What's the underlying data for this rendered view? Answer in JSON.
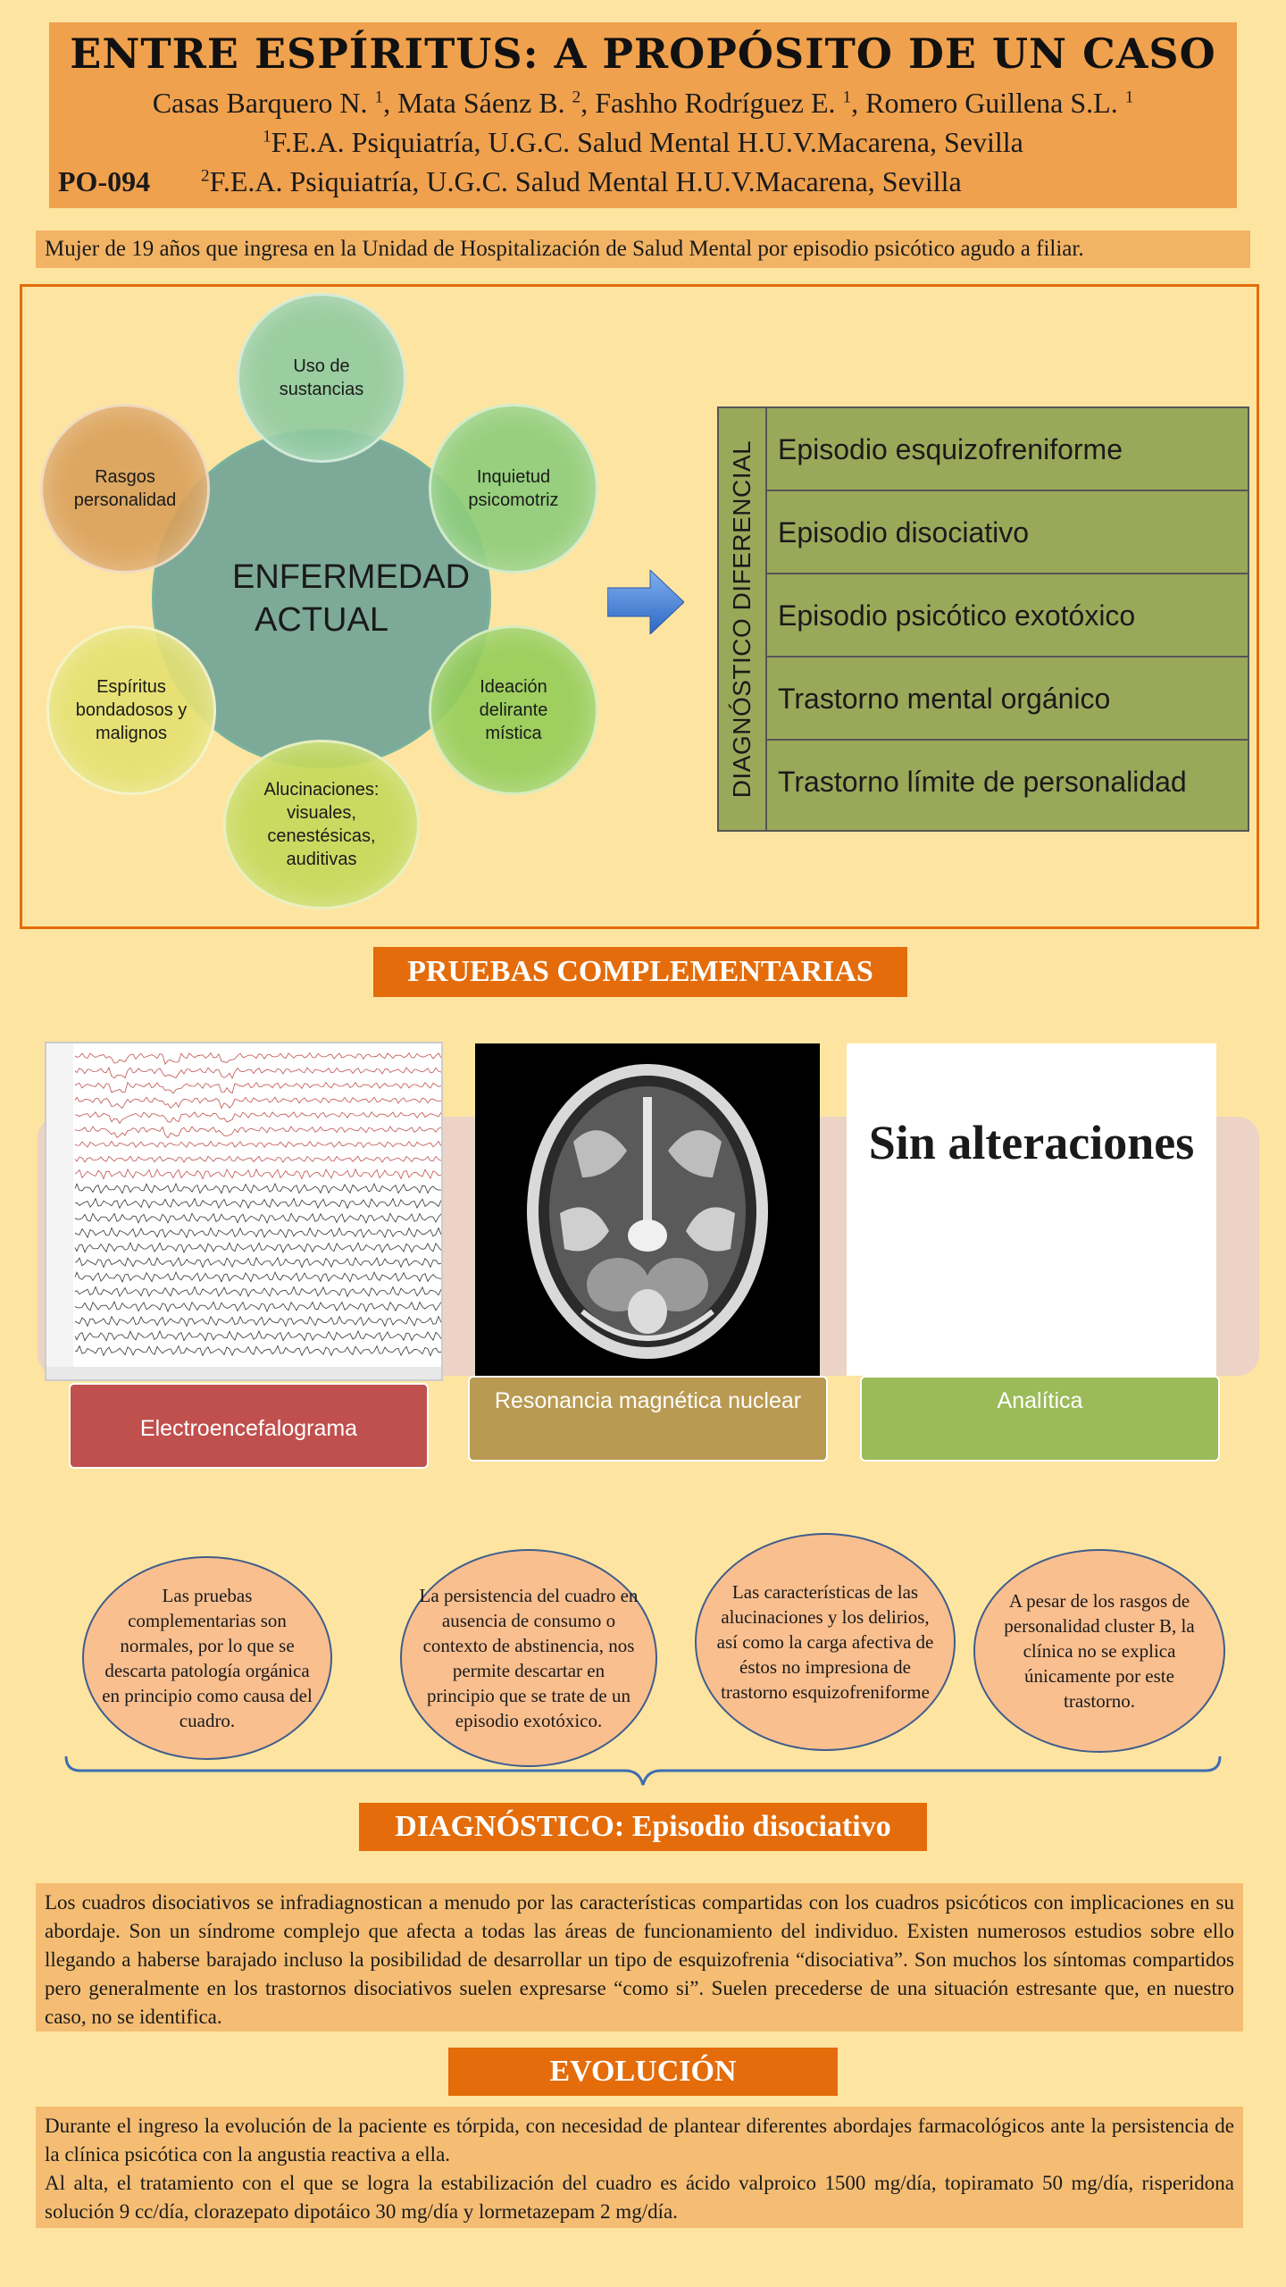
{
  "header": {
    "title": "ENTRE ESPÍRITUS: A PROPÓSITO DE UN CASO",
    "authors": [
      {
        "name": "Casas Barquero N.",
        "ref": "1"
      },
      {
        "name": "Mata Sáenz B.",
        "ref": "2"
      },
      {
        "name": "Fashho Rodríguez E.",
        "ref": "1"
      },
      {
        "name": "Romero Guillena S.L.",
        "ref": "1"
      }
    ],
    "affiliation1": {
      "ref": "1",
      "text": "F.E.A. Psiquiatría, U.G.C. Salud Mental H.U.V.Macarena, Sevilla"
    },
    "affiliation2": {
      "ref": "2",
      "text": "F.E.A. Psiquiatría, U.G.C. Salud Mental H.U.V.Macarena, Sevilla"
    },
    "code": "PO-094"
  },
  "intro": "Mujer de 19 años que ingresa en la Unidad de Hospitalización de Salud Mental por episodio psicótico agudo a filiar.",
  "diagram": {
    "center": "ENFERMEDAD ACTUAL",
    "satellites": [
      "Uso de sustancias",
      "Inquietud psicomotriz",
      "Ideación delirante mística",
      "Alucinaciones: visuales, cenestésicas, auditivas",
      "Espíritus bondadosos y malignos",
      "Rasgos personalidad"
    ],
    "colors": {
      "center": "#66a096",
      "substances": "#8fcaa0",
      "inquietud": "#8ccc7a",
      "ideacion": "#94cc58",
      "alucinaciones": "#c4d85a",
      "espiritus": "#e4e070",
      "rasgos": "#d9a05a"
    }
  },
  "differential": {
    "label": "DIAGNÓSTICO DIFERENCIAL",
    "items": [
      "Episodio esquizofreniforme",
      "Episodio disociativo",
      "Episodio psicótico exotóxico",
      "Trastorno mental orgánico",
      "Trastorno límite de personalidad"
    ]
  },
  "tests": {
    "title": "PRUEBAS COMPLEMENTARIAS",
    "result_text": "Sin alteraciones",
    "labels": [
      "Electroencefalograma",
      "Resonancia magnética nuclear",
      "Analítica"
    ]
  },
  "reasons": [
    "Las pruebas complementarias son normales, por lo que se descarta patología orgánica en principio como causa del cuadro.",
    "La persistencia del cuadro en ausencia de consumo o contexto de abstinencia, nos permite descartar en principio que se trate de un episodio exotóxico.",
    "Las características de las alucinaciones y los delirios, así como la carga afectiva de éstos no impresiona de trastorno esquizofreniforme",
    "A pesar de los rasgos de personalidad cluster B, la clínica no se explica únicamente por este trastorno."
  ],
  "diagnosis": {
    "title": "DIAGNÓSTICO: Episodio disociativo",
    "text": "Los cuadros disociativos se infradiagnostican a menudo por las características compartidas con los cuadros psicóticos con implicaciones en su abordaje. Son un síndrome complejo que afecta a todas las áreas de funcionamiento del individuo. Existen numerosos estudios sobre ello llegando a haberse barajado incluso la posibilidad de desarrollar un tipo de esquizofrenia “disociativa”. Son muchos los síntomas compartidos pero generalmente en los trastornos disociativos suelen expresarse “como si”. Suelen precederse de una situación estresante que, en nuestro caso, no se identifica."
  },
  "evolution": {
    "title": "EVOLUCIÓN",
    "text1": "Durante el ingreso la evolución de la paciente es tórpida, con necesidad de plantear diferentes abordajes farmacológicos ante la persistencia de la clínica psicótica con la angustia reactiva a ella.",
    "text2": "Al alta, el tratamiento con el que se logra la estabilización del cuadro es ácido valproico 1500 mg/día, topiramato 50 mg/día, risperidona solución 9 cc/día, clorazepato dipotáico 30 mg/día y lormetazepam 2 mg/día."
  }
}
